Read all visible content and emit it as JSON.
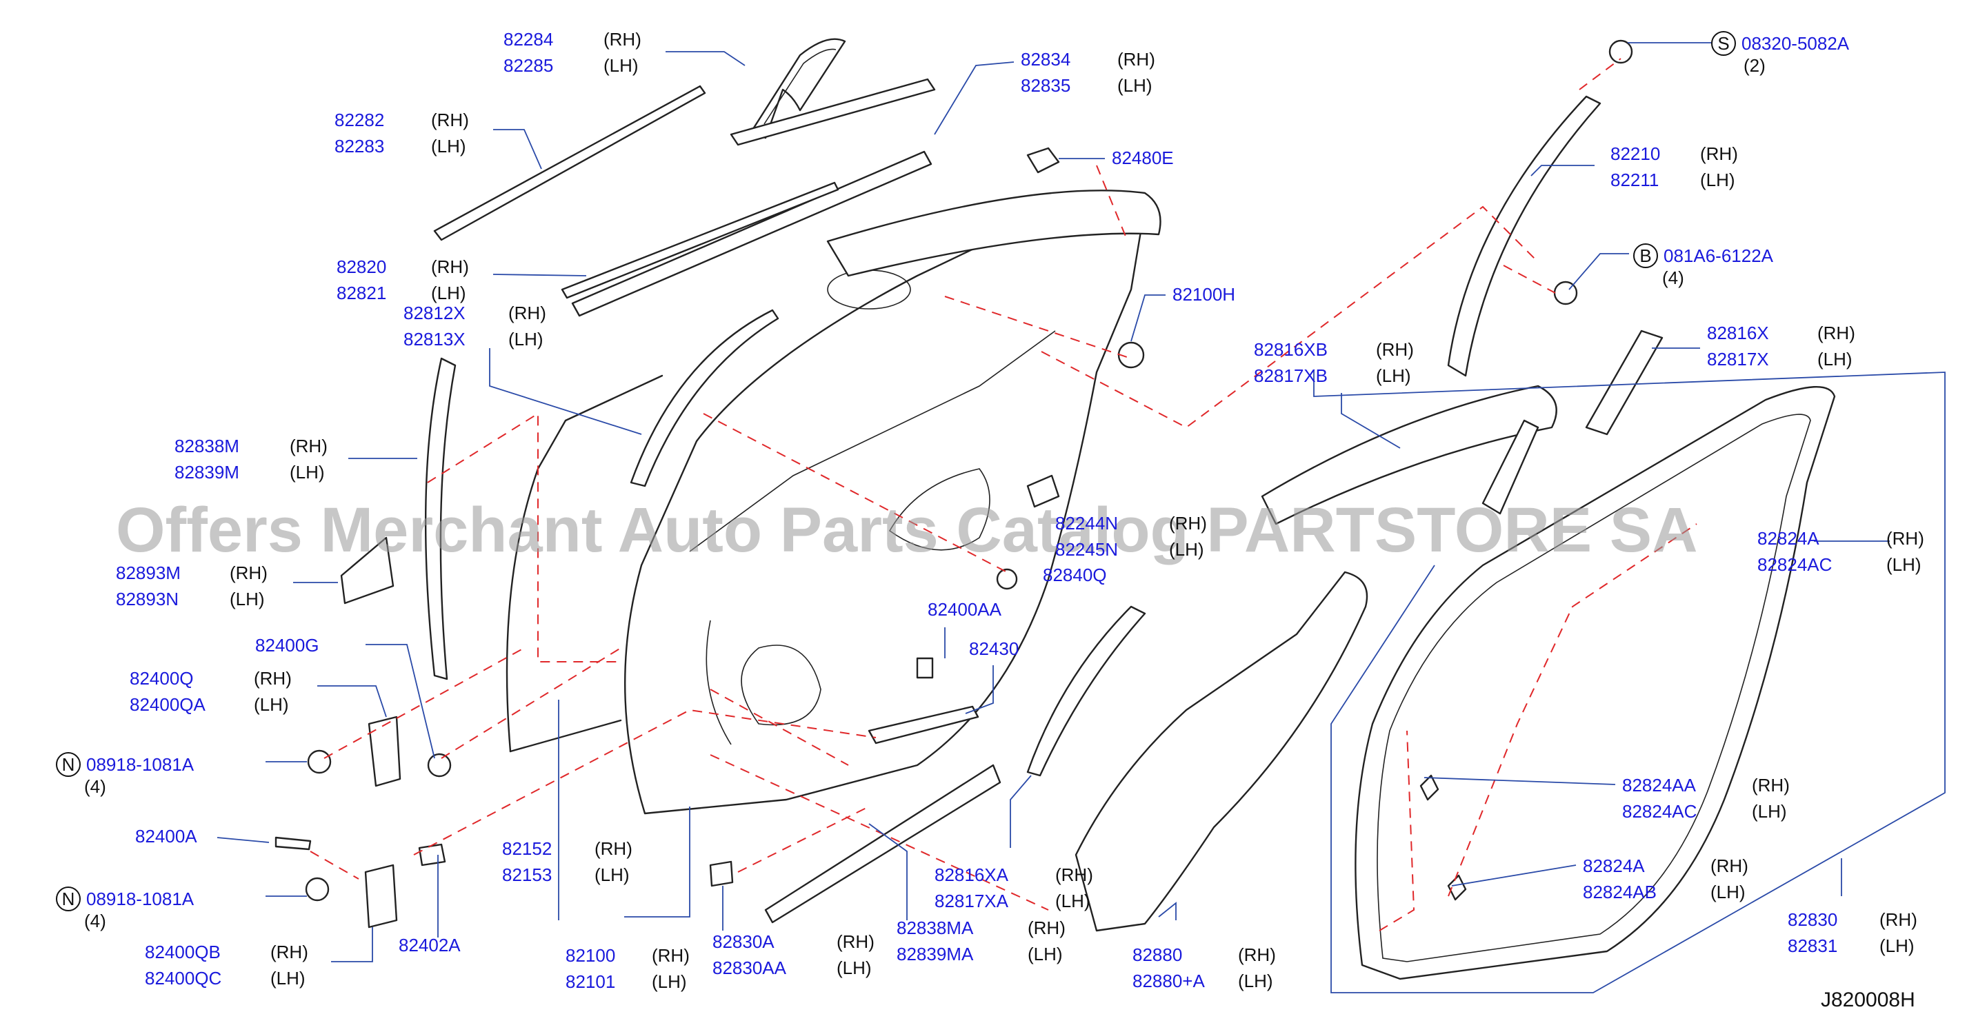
{
  "diagram": {
    "watermark": "Offers Merchant Auto Parts Catalog PARTSTORE SA",
    "reference_code": "J820008H",
    "callouts": [
      {
        "id": "c-82284",
        "lines": [
          {
            "part": "82284",
            "side": "(RH)"
          },
          {
            "part": "82285",
            "side": "(LH)"
          }
        ]
      },
      {
        "id": "c-82282",
        "lines": [
          {
            "part": "82282",
            "side": "(RH)"
          },
          {
            "part": "82283",
            "side": "(LH)"
          }
        ]
      },
      {
        "id": "c-82820",
        "lines": [
          {
            "part": "82820",
            "side": "(RH)"
          },
          {
            "part": "82821",
            "side": "(LH)"
          }
        ]
      },
      {
        "id": "c-82812X",
        "lines": [
          {
            "part": "82812X",
            "side": "(RH)"
          },
          {
            "part": "82813X",
            "side": "(LH)"
          }
        ]
      },
      {
        "id": "c-82838M",
        "lines": [
          {
            "part": "82838M",
            "side": "(RH)"
          },
          {
            "part": "82839M",
            "side": "(LH)"
          }
        ]
      },
      {
        "id": "c-82893M",
        "lines": [
          {
            "part": "82893M",
            "side": "(RH)"
          },
          {
            "part": "82893N",
            "side": "(LH)"
          }
        ]
      },
      {
        "id": "c-82400G",
        "lines": [
          {
            "part": "82400G",
            "side": ""
          }
        ]
      },
      {
        "id": "c-82400Q",
        "lines": [
          {
            "part": "82400Q",
            "side": "(RH)"
          },
          {
            "part": "82400QA",
            "side": "(LH)"
          }
        ]
      },
      {
        "id": "c-08918a",
        "symbol": "N",
        "lines": [
          {
            "part": "08918-1081A",
            "side": ""
          }
        ],
        "qty": "(4)"
      },
      {
        "id": "c-82400A",
        "lines": [
          {
            "part": "82400A",
            "side": ""
          }
        ]
      },
      {
        "id": "c-08918b",
        "symbol": "N",
        "lines": [
          {
            "part": "08918-1081A",
            "side": ""
          }
        ],
        "qty": "(4)"
      },
      {
        "id": "c-82400QB",
        "lines": [
          {
            "part": "82400QB",
            "side": "(RH)"
          },
          {
            "part": "82400QC",
            "side": "(LH)"
          }
        ]
      },
      {
        "id": "c-82402A",
        "lines": [
          {
            "part": "82402A",
            "side": ""
          }
        ]
      },
      {
        "id": "c-82152",
        "lines": [
          {
            "part": "82152",
            "side": "(RH)"
          },
          {
            "part": "82153",
            "side": "(LH)"
          }
        ]
      },
      {
        "id": "c-82100",
        "lines": [
          {
            "part": "82100",
            "side": "(RH)"
          },
          {
            "part": "82101",
            "side": "(LH)"
          }
        ]
      },
      {
        "id": "c-82830A",
        "lines": [
          {
            "part": "82830A",
            "side": "(RH)"
          },
          {
            "part": "82830AA",
            "side": "(LH)"
          }
        ]
      },
      {
        "id": "c-82834",
        "lines": [
          {
            "part": "82834",
            "side": "(RH)"
          },
          {
            "part": "82835",
            "side": "(LH)"
          }
        ]
      },
      {
        "id": "c-82480E",
        "lines": [
          {
            "part": "82480E",
            "side": ""
          }
        ]
      },
      {
        "id": "c-82100H",
        "lines": [
          {
            "part": "82100H",
            "side": ""
          }
        ]
      },
      {
        "id": "c-82244N",
        "lines": [
          {
            "part": "82244N",
            "side": "(RH)"
          },
          {
            "part": "82245N",
            "side": "(LH)"
          }
        ]
      },
      {
        "id": "c-82840Q",
        "lines": [
          {
            "part": "82840Q",
            "side": ""
          }
        ]
      },
      {
        "id": "c-82400AA",
        "lines": [
          {
            "part": "82400AA",
            "side": ""
          }
        ]
      },
      {
        "id": "c-82430",
        "lines": [
          {
            "part": "82430",
            "side": ""
          }
        ]
      },
      {
        "id": "c-82816XA",
        "lines": [
          {
            "part": "82816XA",
            "side": "(RH)"
          },
          {
            "part": "82817XA",
            "side": "(LH)"
          }
        ]
      },
      {
        "id": "c-82838MA",
        "lines": [
          {
            "part": "82838MA",
            "side": "(RH)"
          },
          {
            "part": "82839MA",
            "side": "(LH)"
          }
        ]
      },
      {
        "id": "c-82880",
        "lines": [
          {
            "part": "82880",
            "side": "(RH)"
          },
          {
            "part": "82880+A",
            "side": "(LH)"
          }
        ]
      },
      {
        "id": "c-08320",
        "symbol": "S",
        "lines": [
          {
            "part": "08320-5082A",
            "side": ""
          }
        ],
        "qty": "(2)"
      },
      {
        "id": "c-82210",
        "lines": [
          {
            "part": "82210",
            "side": "(RH)"
          },
          {
            "part": "82211",
            "side": "(LH)"
          }
        ]
      },
      {
        "id": "c-081A6",
        "symbol": "B",
        "lines": [
          {
            "part": "081A6-6122A",
            "side": ""
          }
        ],
        "qty": "(4)"
      },
      {
        "id": "c-82816XB",
        "lines": [
          {
            "part": "82816XB",
            "side": "(RH)"
          },
          {
            "part": "82817XB",
            "side": "(LH)"
          }
        ]
      },
      {
        "id": "c-82816X",
        "lines": [
          {
            "part": "82816X",
            "side": "(RH)"
          },
          {
            "part": "82817X",
            "side": "(LH)"
          }
        ]
      },
      {
        "id": "c-82824Ar",
        "lines": [
          {
            "part": "82824A",
            "side": "(RH)"
          },
          {
            "part": "82824AC",
            "side": "(LH)"
          }
        ]
      },
      {
        "id": "c-82824AA",
        "lines": [
          {
            "part": "82824AA",
            "side": "(RH)"
          },
          {
            "part": "82824AC",
            "side": "(LH)"
          }
        ]
      },
      {
        "id": "c-82824A",
        "lines": [
          {
            "part": "82824A",
            "side": "(RH)"
          },
          {
            "part": "82824AB",
            "side": "(LH)"
          }
        ]
      },
      {
        "id": "c-82830",
        "lines": [
          {
            "part": "82830",
            "side": "(RH)"
          },
          {
            "part": "82831",
            "side": "(LH)"
          }
        ]
      }
    ]
  }
}
